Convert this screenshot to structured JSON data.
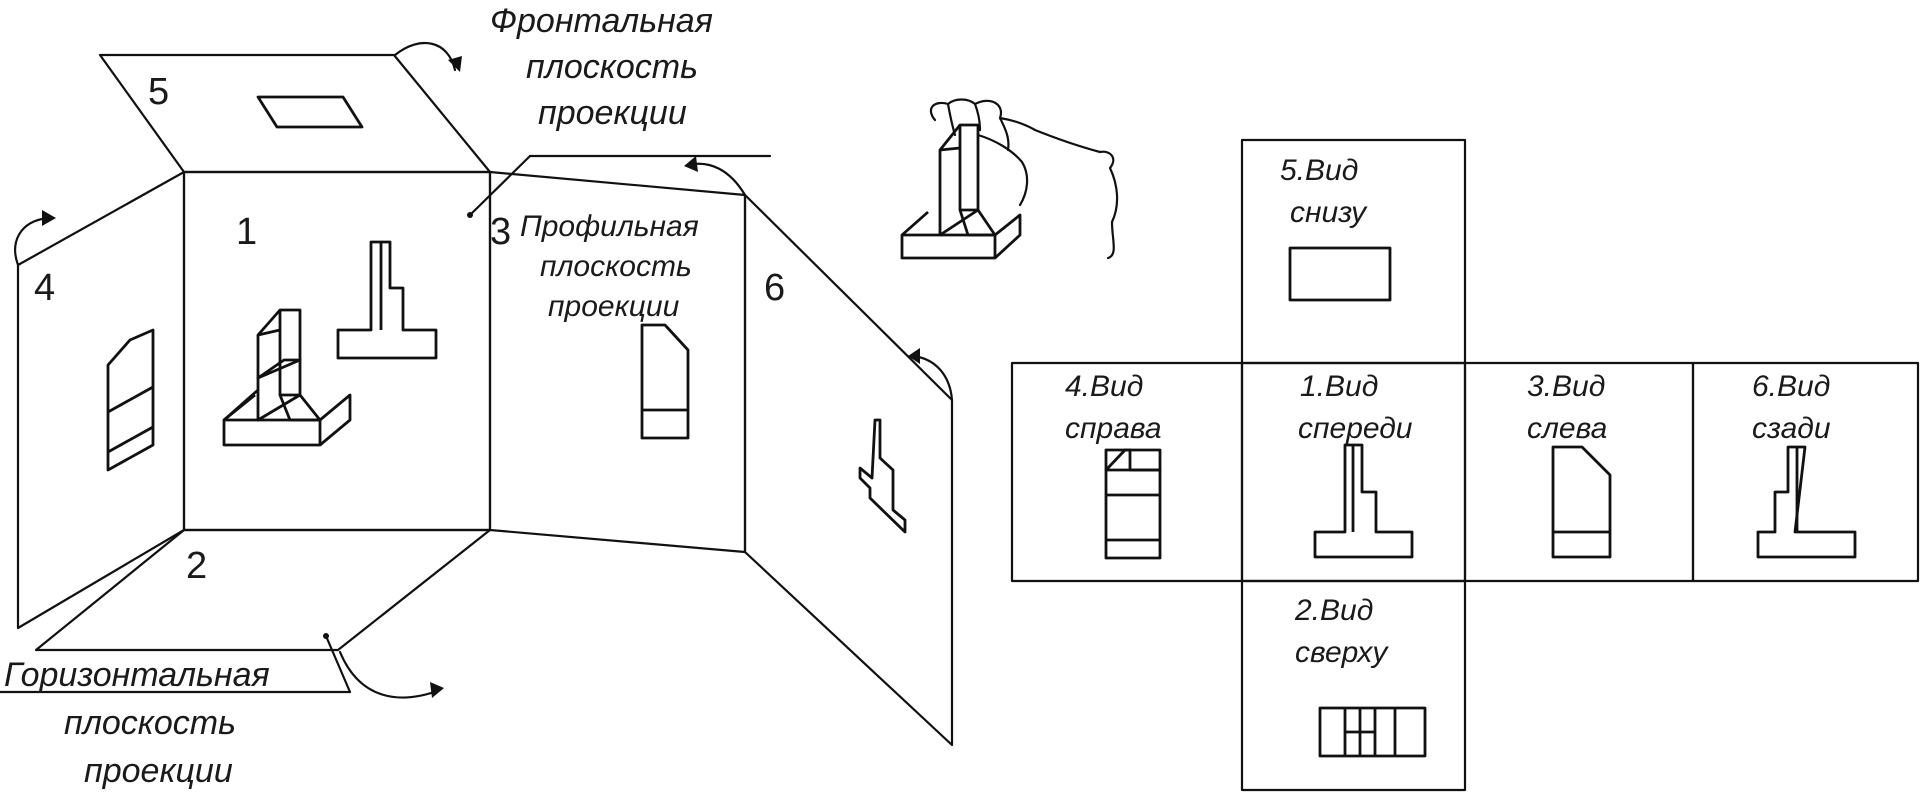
{
  "box": {
    "frontal_label": [
      "Фронтальная",
      "плоскость",
      "проекции"
    ],
    "profile_label": [
      "Профильная",
      "плоскость",
      "проекции"
    ],
    "horizontal_label": [
      "Горизонтальная",
      "плоскость",
      "проекции"
    ],
    "numbers": [
      "1",
      "2",
      "3",
      "4",
      "5",
      "6"
    ]
  },
  "views": {
    "top": [
      "5.Вид",
      "снизу"
    ],
    "left": [
      "4.Вид",
      "справа"
    ],
    "center": [
      "1.Вид",
      "спереди"
    ],
    "right": [
      "3.Вид",
      "слева"
    ],
    "far_right": [
      "6.Вид",
      "сзади"
    ],
    "bottom": [
      "2.Вид",
      "сверху"
    ]
  },
  "colors": {
    "line": "#111111",
    "background": "#ffffff"
  }
}
